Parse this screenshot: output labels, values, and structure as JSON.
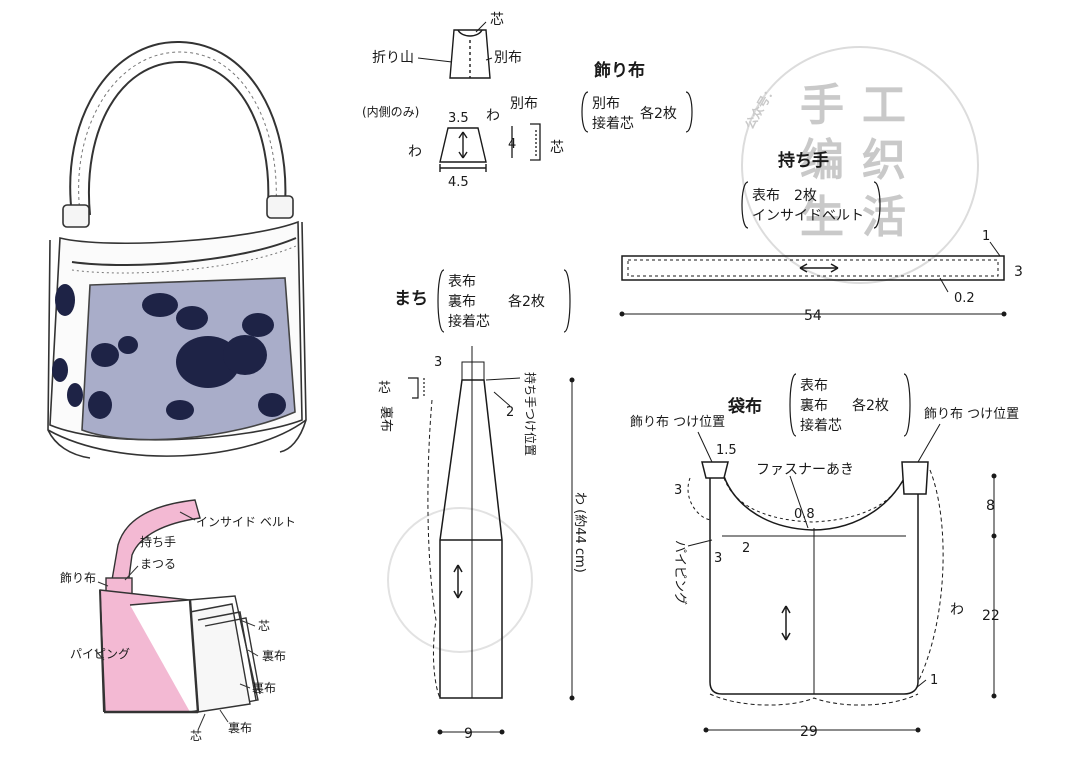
{
  "watermark": {
    "chars": [
      "手",
      "工",
      "编",
      "织",
      "生",
      "活"
    ],
    "side_text": "公众号："
  },
  "kazari": {
    "title": "飾り布",
    "materials": [
      "別布",
      "接着芯"
    ],
    "qty": "各2枚",
    "fold_label": "折り山",
    "core_label": "芯",
    "other_fabric": "別布",
    "inner_only": "(内側のみ)",
    "wa": "わ",
    "dim_top": "3.5",
    "dim_bottom": "4.5",
    "dim_side": "4",
    "other_fabric2": "別布",
    "core2": "芯"
  },
  "mochite": {
    "title": "持ち手",
    "materials": [
      "表布　2枚",
      "インサイドベルト"
    ],
    "dim_length": "54",
    "dim_width": "3",
    "dim_seam": "1",
    "dim_edge": "0.2"
  },
  "machi": {
    "title": "まち",
    "materials": [
      "表布",
      "裏布",
      "接着芯"
    ],
    "qty": "各2枚",
    "dim_top": "3",
    "dim_2": "2",
    "handle_pos": "持ち手つけ位置",
    "core": "芯",
    "lining": "裏布",
    "dim_length": "わ (約44 cm)",
    "dim_width": "9"
  },
  "fukuro": {
    "title": "袋布",
    "materials": [
      "表布",
      "裏布",
      "接着芯"
    ],
    "qty": "各2枚",
    "kazari_pos_left": "飾り布 つけ位置",
    "kazari_pos_right": "飾り布 つけ位置",
    "fastener": "ファスナーあき",
    "dim_15": "1.5",
    "dim_3a": "3",
    "dim_08": "0.8",
    "dim_3b": "3",
    "dim_2": "2",
    "piping": "パイピング",
    "dim_width": "29",
    "dim_8": "8",
    "dim_22": "22",
    "wa": "わ",
    "dim_1": "1"
  },
  "assembly": {
    "inside_belt": "インサイド ベルト",
    "handle": "持ち手",
    "matsuru": "まつる",
    "kazari": "飾り布",
    "piping": "パイピング",
    "core1": "芯",
    "lining1": "裏布",
    "lining2": "裏布",
    "core2": "芯",
    "lining3": "裏布"
  },
  "colors": {
    "line": "#1a1a1a",
    "pink": "#f3b9d3",
    "fabric_blue": "#a9adc9",
    "flower": "#1e2346",
    "watermark": "#cfcfcf"
  }
}
